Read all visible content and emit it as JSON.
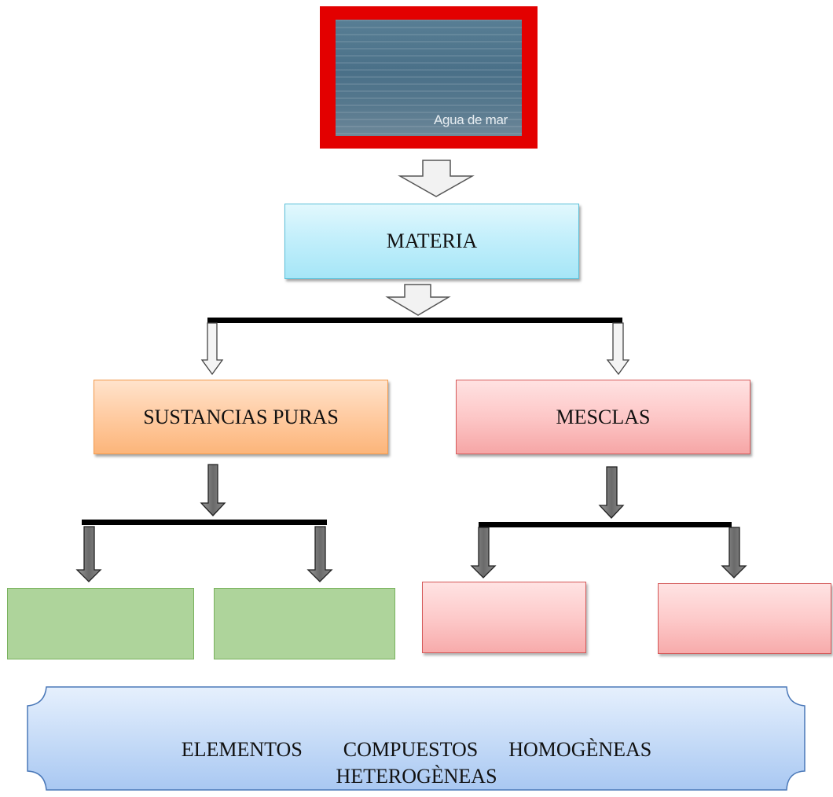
{
  "photo": {
    "caption": "Agua de mar"
  },
  "nodes": {
    "root": "MATERIA",
    "left": "SUSTANCIAS PURAS",
    "right": "MESCLAS",
    "left_child_1": "",
    "left_child_2": "",
    "right_child_1": "",
    "right_child_2": ""
  },
  "word_bank": {
    "line1": "ELEMENTOS        COMPUESTOS      HOMOGÈNEAS",
    "line2": "HETEROGÈNEAS"
  },
  "colors": {
    "photo_frame": "#e30000",
    "root_fill": "#c3effb",
    "left_fill": "#ffcba1",
    "right_fill": "#fdc7c7",
    "green_fill": "#aed49b",
    "pink_fill": "#fdcaca",
    "word_bank_fill": "#bcd6f7"
  }
}
